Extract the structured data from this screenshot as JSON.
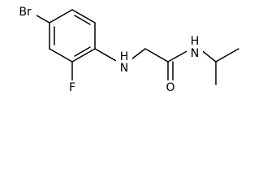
{
  "molecule": {
    "atoms": {
      "br": "Br",
      "f": "F",
      "nh": "H\nN",
      "o": "O",
      "amide_n": "N",
      "amide_h": "H"
    }
  }
}
